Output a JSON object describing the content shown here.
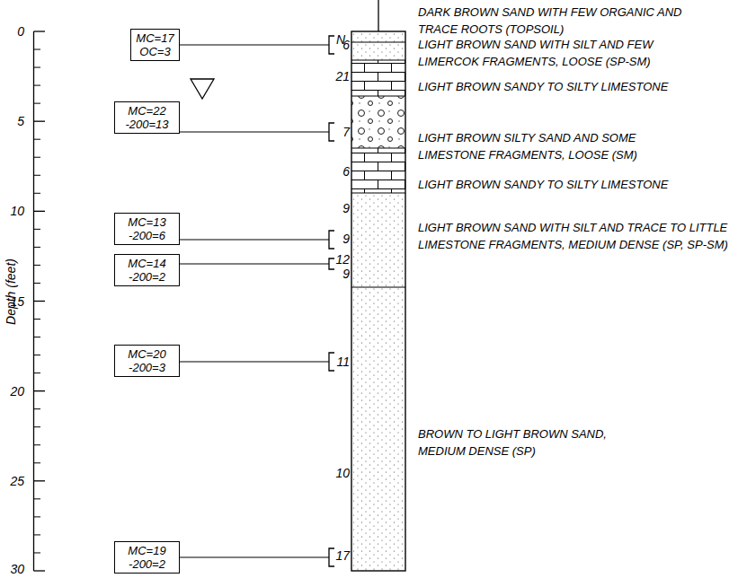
{
  "diagram": {
    "nodes": [
      {
        "text": [
          "MC=17",
          "OC=3"
        ]
      },
      {
        "text": [
          "MC=22",
          "-200=13"
        ]
      },
      {
        "text": [
          "MC=13",
          "-200=6"
        ]
      },
      {
        "text": [
          "MC=14",
          "-200=2"
        ]
      },
      {
        "text": [
          "MC=20",
          "-200=3"
        ]
      },
      {
        "text": [
          "MC=19",
          "-200=2"
        ]
      }
    ],
    "labels": [
      "N",
      "0",
      "5",
      "10",
      "15",
      "20",
      "25",
      "30",
      "Depth (feet)",
      "6",
      "21",
      "7",
      "6",
      "9",
      "9",
      "12",
      "9",
      "11",
      "10",
      "17",
      "DARK BROWN SAND WITH FEW ORGANIC AND TRACE ROOTS (TOPSOIL)",
      "LIGHT BROWN SAND WITH SILT AND FEW LIMERCOK FRAGMENTS, LOOSE (SP-SM)",
      "LIGHT BROWN SANDY TO SILTY LIMESTONE",
      "LIGHT BROWN SILTY SAND AND SOME LIMESTONE FRAGMENTS, LOOSE (SM)",
      "LIGHT BROWN SANDY TO SILTY LIMESTONE",
      "LIGHT BROWN SAND WITH SILT AND TRACE TO LITTLE LIMESTONE FRAGMENTS, MEDIUM DENSE (SP, SP-SM)",
      "BROWN TO LIGHT BROWN SAND, MEDIUM DENSE (SP)"
    ]
  }
}
